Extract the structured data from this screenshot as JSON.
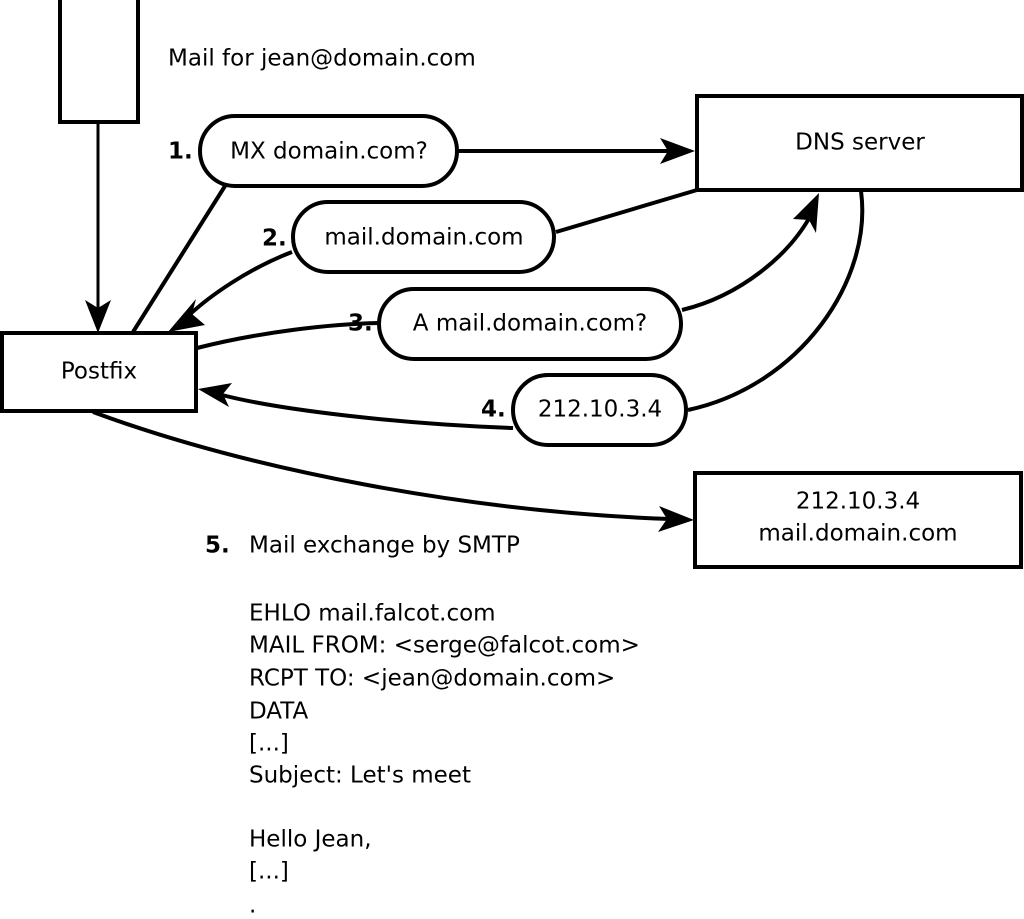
{
  "diagram": {
    "title_text": "Mail for jean@domain.com",
    "nodes": [
      {
        "id": "sender",
        "label": ""
      },
      {
        "id": "postfix",
        "label": "Postfix"
      },
      {
        "id": "dns",
        "label": "DNS server"
      },
      {
        "id": "target_line1",
        "label": "212.10.3.4"
      },
      {
        "id": "target_line2",
        "label": "mail.domain.com"
      }
    ],
    "steps": [
      {
        "num": "1.",
        "label": "MX domain.com?"
      },
      {
        "num": "2.",
        "label": "mail.domain.com"
      },
      {
        "num": "3.",
        "label": "A mail.domain.com?"
      },
      {
        "num": "4.",
        "label": "212.10.3.4"
      },
      {
        "num": "5.",
        "label": "Mail exchange by SMTP"
      }
    ],
    "transcript": [
      "EHLO mail.falcot.com",
      "MAIL FROM: <serge@falcot.com>",
      "RCPT TO: <jean@domain.com>",
      "DATA",
      "[...]",
      "Subject: Let's meet",
      "",
      "Hello Jean,",
      "[...]",
      "."
    ],
    "colors": {
      "stroke": "#000000",
      "fill": "#ffffff",
      "background": "#ffffff"
    }
  }
}
